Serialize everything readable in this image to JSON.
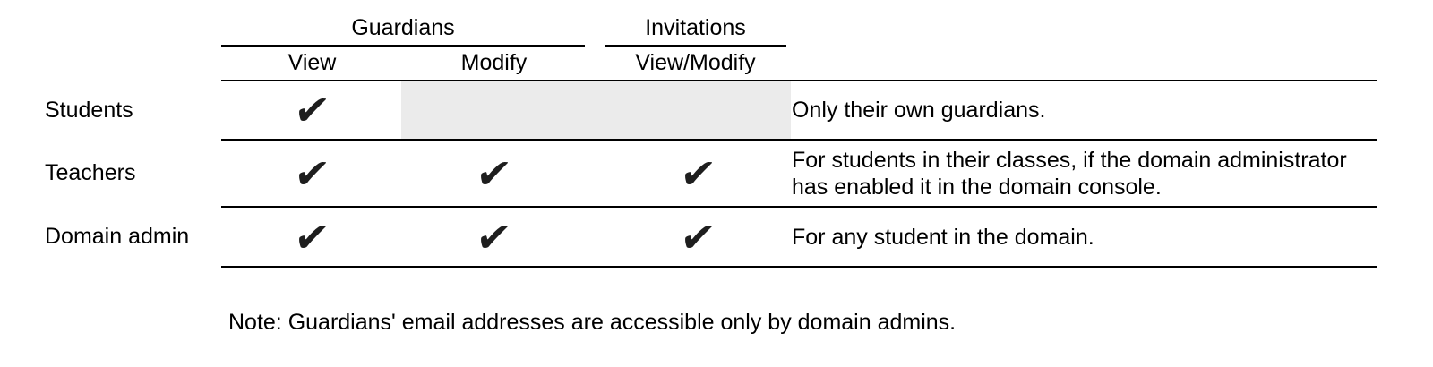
{
  "table": {
    "column_groups": [
      {
        "label": "Guardians"
      },
      {
        "label": "Invitations"
      }
    ],
    "column_headers": {
      "view": "View",
      "modify": "Modify",
      "view_modify": "View/Modify"
    },
    "check_glyph": "✔",
    "rows": [
      {
        "role": "Students",
        "permissions": {
          "view": true,
          "modify": false,
          "view_modify": false
        },
        "note": "Only their own guardians."
      },
      {
        "role": "Teachers",
        "permissions": {
          "view": true,
          "modify": true,
          "view_modify": true
        },
        "note": "For students in their classes, if the domain administrator has enabled it in the domain console."
      },
      {
        "role": "Domain admin",
        "permissions": {
          "view": true,
          "modify": true,
          "view_modify": true
        },
        "note": "For any student in the domain."
      }
    ],
    "footnote": "Note: Guardians' email addresses are accessible only by domain admins."
  },
  "colors": {
    "text": "#000000",
    "line": "#000000",
    "check": "#1e1e1e",
    "disabled_cell_bg": "#ebebeb",
    "background": "#ffffff"
  }
}
